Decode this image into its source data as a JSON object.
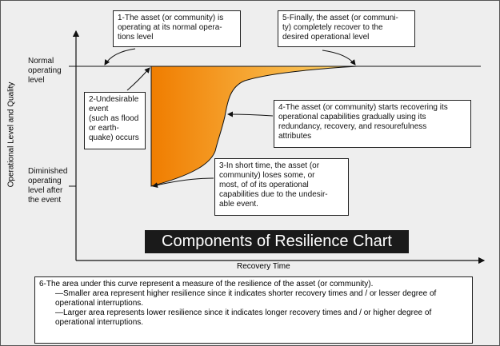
{
  "axes": {
    "y_label": "Operational Level and Quality",
    "x_label": "Recovery Time"
  },
  "levels": {
    "normal": [
      "Normal",
      "operating",
      "level"
    ],
    "diminished": [
      "Diminished",
      "operating",
      "level after",
      "the event"
    ]
  },
  "boxes": {
    "box1": [
      "1-The asset (or community) is",
      "operating at its normal opera-",
      "tions level"
    ],
    "box2": [
      "2-Undesirable",
      "event",
      "(such as flood",
      "or earth-",
      "quake) occurs"
    ],
    "box3": [
      "3-In short time, the asset (or",
      "community) loses some, or",
      "most, of of its operational",
      "capabilities due to the undesir-",
      "able event."
    ],
    "box4": [
      "4-The asset (or community) starts recovering its",
      "operational capabilities gradually using its",
      "redundancy, recovery, and resourefulness",
      "attributes"
    ],
    "box5": [
      "5-Finally, the asset (or communi-",
      "ty) completely recover to the",
      "desired operational level"
    ]
  },
  "title": "Components of Resilience Chart",
  "summary": {
    "main": "6-The area under this curve represent a measure of the resilience of the asset (or community).",
    "smaller": [
      "—Smaller area represent higher resilience since it indicates shorter recovery times and / or lesser degree of",
      "operational interruptions."
    ],
    "larger": [
      "—Larger area represents lower resilience since it indicates longer recovery times and / or higher degree of",
      "operational interruptions."
    ]
  },
  "colors": {
    "fill_top": "#f07d00",
    "fill_bottom": "#fcd46c",
    "background": "#eeeeee"
  }
}
